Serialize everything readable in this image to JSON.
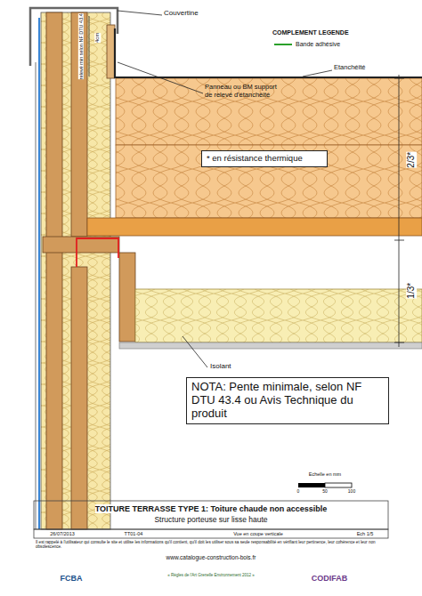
{
  "diagram": {
    "title": "TOITURE TERRASSE TYPE 1: Toiture chaude non accessible",
    "caption": "Structure porteuse sur lisse haute",
    "nodes": [
      {
        "text": [
          "* en résistance thermique"
        ]
      },
      {
        "text": [
          "NOTA: Pente minimale, selon NF DTU 43.4 ou Avis Technique du produit"
        ]
      }
    ],
    "labels": [
      "Couvertine",
      "4cm",
      "relevé min selon NF DTU 43.4",
      "COMPLEMENT LEGENDE",
      "Panneau ou BM support de relevé d'étanchéité",
      "Etanchéité",
      "2/3*",
      "1/3*",
      "Isolant",
      "Echelle en mm",
      "0",
      "50",
      "100",
      "26/07/2013",
      "TT01-04",
      "Vue en coupe verticale",
      "Ech 1/5",
      "Il est rappelé à l'utilisateur qui consulte le site et utilise les informations qu'il contient, qu'il doit les utiliser sous sa seule responsabilité en vérifiant leur pertinence, leur cohérence et leur non obsolescence.",
      "www.catalogue-construction-bois.fr",
      "FCBA",
      "« Règles de l'Art Grenelle Environnement 2012 »",
      "CODIFAB"
    ],
    "legend": [
      {
        "text": "Bande adhésive"
      }
    ]
  }
}
